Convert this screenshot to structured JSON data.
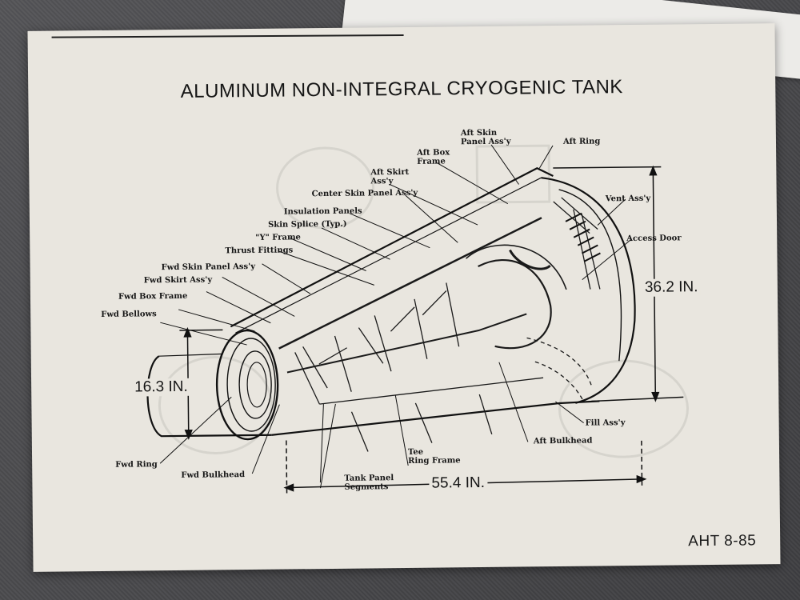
{
  "title": "ALUMINUM NON-INTEGRAL CRYOGENIC TANK",
  "page_number": "AHT 8-85",
  "dimensions": {
    "diameter_fwd": "16.3 IN.",
    "diameter_aft": "36.2 IN.",
    "length": "55.4 IN."
  },
  "labels": {
    "aft_skin_panel": "Aft Skin\nPanel Ass'y",
    "aft_ring": "Aft Ring",
    "aft_box_frame": "Aft Box\nFrame",
    "aft_skirt": "Aft Skirt\nAss'y",
    "center_skin_panel": "Center Skin Panel Ass'y",
    "insulation_panels": "Insulation Panels",
    "skin_splice": "Skin Splice (Typ.)",
    "y_frame": "\"Y\" Frame",
    "thrust_fittings": "Thrust Fittings",
    "fwd_skin_panel": "Fwd Skin Panel Ass'y",
    "fwd_skirt": "Fwd Skirt Ass'y",
    "fwd_box_frame": "Fwd Box Frame",
    "fwd_bellows": "Fwd Bellows",
    "vent": "Vent Ass'y",
    "access_door": "Access Door",
    "fill": "Fill Ass'y",
    "aft_bulkhead": "Aft Bulkhead",
    "tee_ring_frame": "Tee\nRing Frame",
    "tank_panel_segments": "Tank Panel\nSegments",
    "fwd_bulkhead": "Fwd Bulkhead",
    "fwd_ring": "Fwd Ring"
  }
}
